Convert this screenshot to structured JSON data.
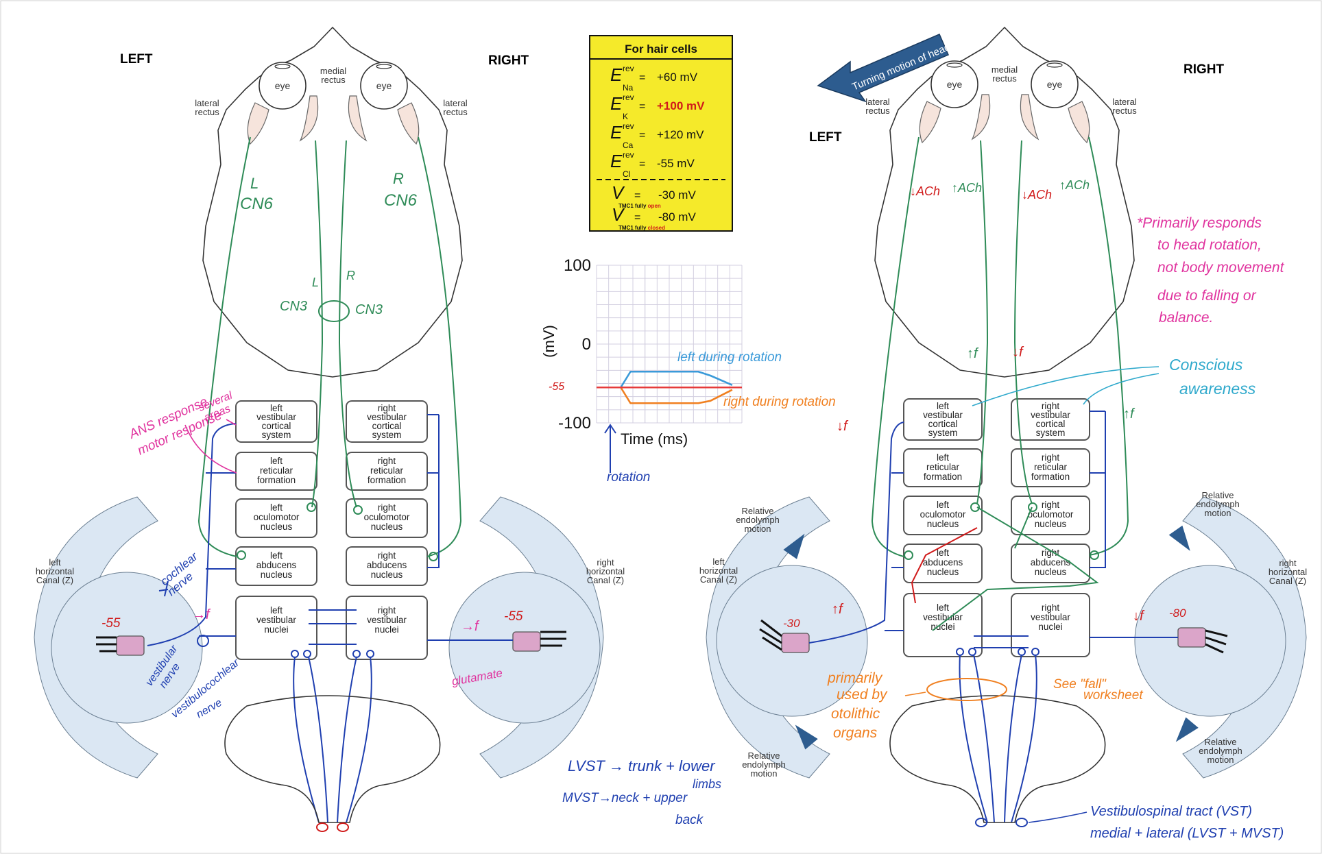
{
  "side_labels": {
    "left_panel_left": "LEFT",
    "left_panel_right": "RIGHT",
    "right_panel_left": "LEFT",
    "right_panel_right": "RIGHT"
  },
  "anatomy": {
    "eye": "eye",
    "medial_rectus": [
      "medial",
      "rectus"
    ],
    "lateral_rectus": [
      "lateral",
      "rectus"
    ],
    "left_canal": [
      "left",
      "horizontal",
      "Canal (Z)"
    ],
    "right_canal": [
      "right",
      "horizontal",
      "Canal (Z)"
    ],
    "endolymph": [
      "Relative",
      "endolymph",
      "motion"
    ]
  },
  "boxes": {
    "left_cortical": [
      "left",
      "vestibular",
      "cortical",
      "system"
    ],
    "right_cortical": [
      "right",
      "vestibular",
      "cortical",
      "system"
    ],
    "left_reticular": [
      "left",
      "reticular",
      "formation"
    ],
    "right_reticular": [
      "right",
      "reticular",
      "formation"
    ],
    "left_oculomotor": [
      "left",
      "oculomotor",
      "nucleus"
    ],
    "right_oculomotor": [
      "right",
      "oculomotor",
      "nucleus"
    ],
    "left_abducens": [
      "left",
      "abducens",
      "nucleus"
    ],
    "right_abducens": [
      "right",
      "abducens",
      "nucleus"
    ],
    "left_vestibular": [
      "left",
      "vestibular",
      "nuclei"
    ],
    "right_vestibular": [
      "right",
      "vestibular",
      "nuclei"
    ]
  },
  "rev_table": {
    "title": "For hair cells",
    "rows": [
      {
        "sub": "Na",
        "value": "+60 mV",
        "highlight": false
      },
      {
        "sub": "K",
        "value": "+100 mV",
        "highlight": true
      },
      {
        "sub": "Ca",
        "value": "+120 mV",
        "highlight": false
      },
      {
        "sub": "Cl",
        "value": "-55 mV",
        "highlight": false
      }
    ],
    "rev": "rev",
    "e": "E",
    "eq": "=",
    "v_rows": [
      {
        "value": "-30 mV",
        "sub_prefix": "TMC1 fully ",
        "sub_state": "open"
      },
      {
        "value": "-80 mV",
        "sub_prefix": "TMC1 fully ",
        "sub_state": "closed"
      }
    ],
    "v": "V"
  },
  "chart_data": {
    "type": "line",
    "title": "",
    "xlabel": "Time (ms)",
    "ylabel": "(mV)",
    "ylim": [
      -100,
      100
    ],
    "y_ticks": [
      "100",
      "0",
      "-100"
    ],
    "grid": true,
    "series": [
      {
        "name": "left during rotation",
        "color": "#3a9ad9",
        "x": [
          0,
          1,
          1.4,
          4.2,
          4.7,
          5.6
        ],
        "y": [
          -55,
          -55,
          -35,
          -35,
          -40,
          -52
        ]
      },
      {
        "name": "right during rotation",
        "color": "#f07f1f",
        "x": [
          1,
          1.4,
          4.2,
          4.7,
          5.6
        ],
        "y": [
          -55,
          -75,
          -75,
          -72,
          -58
        ]
      },
      {
        "name": "",
        "color": "#e63b3b",
        "x": [
          0,
          6
        ],
        "y": [
          -55,
          -55
        ]
      }
    ],
    "annotations": {
      "minus55": "-55",
      "rotation": "rotation"
    }
  },
  "handwriting": {
    "L": "L",
    "R": "R",
    "cn6": "CN6",
    "cn3": "CN3",
    "ans": [
      "ANS response",
      "motor response"
    ],
    "several": [
      "several",
      "areas"
    ],
    "cochlear": [
      "cochlear",
      "nerve"
    ],
    "vestibular_nerve": [
      "vestibular",
      "nerve"
    ],
    "vestibulocochlear": [
      "vestibulocochlear",
      "nerve"
    ],
    "plus_f": "→f",
    "minus55": "-55",
    "minus30": "-30",
    "minus80": "-80",
    "glutamate": "glutamate",
    "lvst": "LVST → trunk + lower",
    "limbs": "limbs",
    "must": "MVST→neck + upper",
    "back": "back",
    "turning": "Turning motion of head",
    "down_ach": "↓ACh",
    "up_ach": "↑ACh",
    "up_f": "↑f",
    "down_f": "↓f",
    "primarily_rot": [
      "*Primarily responds",
      "to head rotation,",
      "not body movement",
      "due to falling or",
      "balance."
    ],
    "conscious": [
      "Conscious",
      "awareness"
    ],
    "primarily_used": [
      "primarily",
      "used by",
      "otolithic",
      "organs"
    ],
    "see_fall": [
      "See \"fall\"",
      "worksheet"
    ],
    "vst": [
      "Vestibulospinal tract (VST)",
      "medial + lateral (LVST + MVST)"
    ]
  }
}
